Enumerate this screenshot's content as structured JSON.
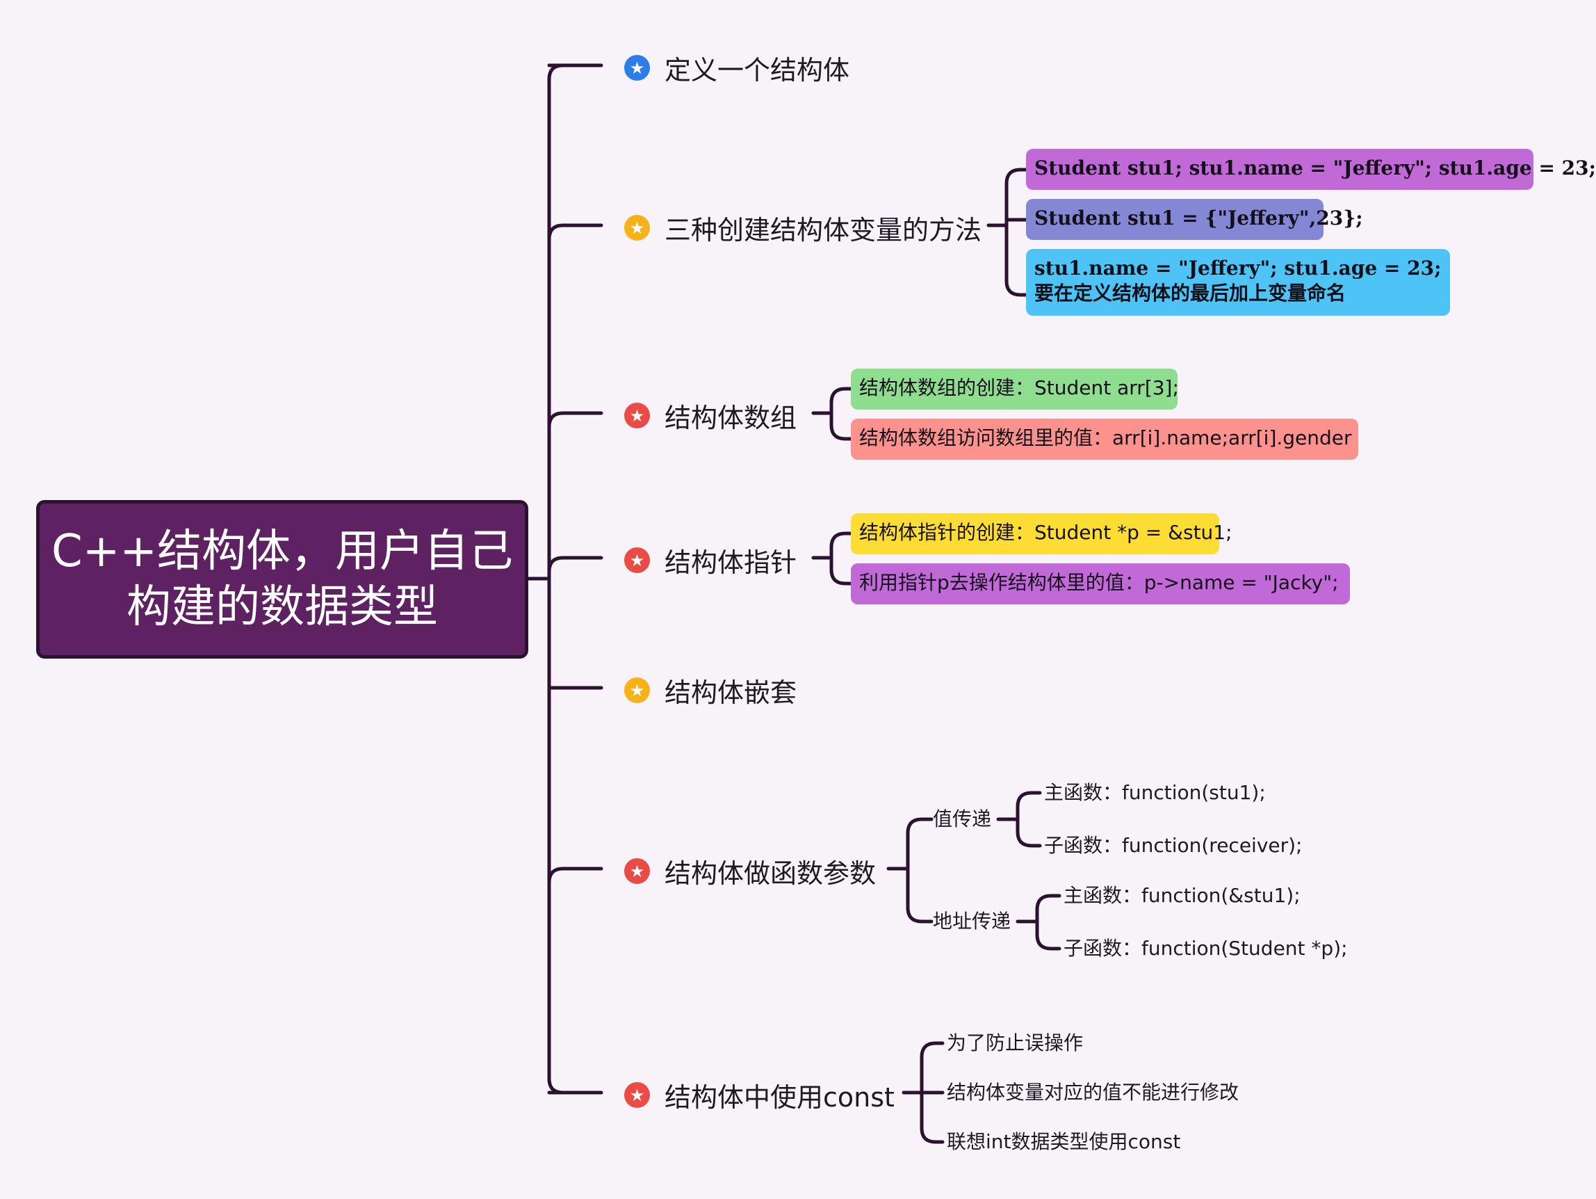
{
  "root": {
    "line1": "C++结构体，用户自己",
    "line2": "构建的数据类型"
  },
  "branches": [
    {
      "label": "定义一个结构体",
      "marker_color": "#2b7de8",
      "marker_icon": "star-icon"
    },
    {
      "label": "三种创建结构体变量的方法",
      "marker_color": "#f5b21b",
      "marker_icon": "star-icon",
      "children": [
        {
          "text": "Student stu1; stu1.name = \"Jeffery\"; stu1.age = 23;",
          "color": "#c169d6"
        },
        {
          "text": "Student stu1 = {\"Jeffery\",23};",
          "color": "#8487d4"
        },
        {
          "text": "stu1.name = \"Jeffery\"; stu1.age = 23;要在定义结构体的最后加上变量命名",
          "color": "#4ec3f5"
        }
      ]
    },
    {
      "label": "结构体数组",
      "marker_color": "#ea4b44",
      "marker_icon": "star-icon",
      "children": [
        {
          "text": "结构体数组的创建：Student arr[3];",
          "color": "#8fdd8f"
        },
        {
          "text": "结构体数组访问数组里的值：arr[i].name;arr[i].gender",
          "color": "#fc928e"
        }
      ]
    },
    {
      "label": "结构体指针",
      "marker_color": "#ea4b44",
      "marker_icon": "star-icon",
      "children": [
        {
          "text": "结构体指针的创建：Student *p = &stu1;",
          "color": "#fddc34"
        },
        {
          "text": "利用指针p去操作结构体里的值：p->name = \"Jacky\";",
          "color": "#c169d6"
        }
      ]
    },
    {
      "label": "结构体嵌套",
      "marker_color": "#f5b21b",
      "marker_icon": "star-icon"
    },
    {
      "label": "结构体做函数参数",
      "marker_color": "#ea4b44",
      "marker_icon": "star-icon",
      "groups": [
        {
          "label": "值传递",
          "children": [
            "主函数：function(stu1);",
            "子函数：function(receiver);"
          ]
        },
        {
          "label": "地址传递",
          "children": [
            "主函数：function(&stu1);",
            "子函数：function(Student *p);"
          ]
        }
      ]
    },
    {
      "label": "结构体中使用const",
      "marker_color": "#ea4b44",
      "marker_icon": "star-icon",
      "children": [
        "为了防止误操作",
        "结构体变量对应的值不能进行修改",
        "联想int数据类型使用const"
      ]
    }
  ],
  "colors": {
    "root_fill": "#5e2263",
    "connector": "#2b1230",
    "background": "#f7f3f8"
  }
}
